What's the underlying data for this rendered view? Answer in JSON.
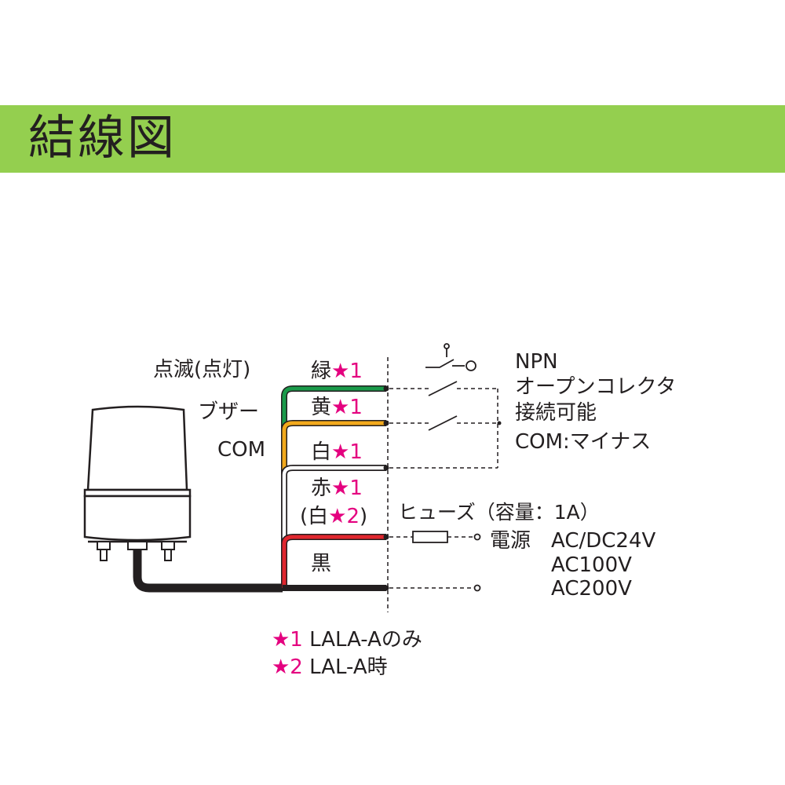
{
  "header": {
    "title": "結線図"
  },
  "left_labels": {
    "blink": "点滅(点灯)",
    "buzzer": "ブザー",
    "com": "COM"
  },
  "wires": [
    {
      "name": "緑",
      "note": "★1",
      "color": "#1a9a4a"
    },
    {
      "name": "黄",
      "note": "★1",
      "color": "#f2a91c"
    },
    {
      "name": "白",
      "note": "★1",
      "color": "#ffffff"
    },
    {
      "name": "赤",
      "note": "★1",
      "sub_open": "(白",
      "sub_note": "★2",
      "sub_close": ")",
      "color": "#e0262e"
    },
    {
      "name": "黒",
      "note": "",
      "color": "#231f20"
    }
  ],
  "npn": {
    "line1": "NPN",
    "line2": "オープンコレクタ",
    "line3": "接続可能",
    "line4": "COM:マイナス"
  },
  "fuse_label": "ヒューズ（容量：1A）",
  "power": {
    "label": "電源",
    "v1": "AC/DC24V",
    "v2": "AC100V",
    "v3": "AC200V"
  },
  "notes": [
    {
      "mark": "★1",
      "text": "LALA-Aのみ"
    },
    {
      "mark": "★2",
      "text": "LAL-A時"
    }
  ],
  "colors": {
    "banner": "#94cf4f",
    "star": "#e4007f",
    "green_wire": "#1a9a4a",
    "yellow_wire": "#f2a91c",
    "red_wire": "#e0262e",
    "black_wire": "#231f20"
  }
}
